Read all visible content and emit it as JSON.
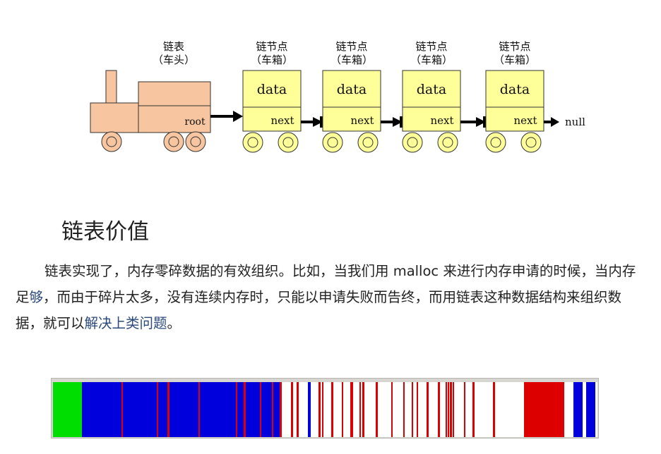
{
  "diagram": {
    "head_label": "链表",
    "head_sublabel": "（车头）",
    "head_field": "root",
    "node_label": "链节点",
    "node_sublabel": "（车箱）",
    "node_data": "data",
    "node_next": "next",
    "terminal": "null",
    "node_count": 4
  },
  "section": {
    "title": "链表价值",
    "para_part1": "链表实现了，内存零碎数据的有效组织。比如，当我们用 malloc 来进行内存申请的时候，当内存足",
    "para_hl1": "够",
    "para_part2": "，而由于碎片太多，没有连续内存时，只能以申请失败而告终，而用链表这种数据结构来组织数据，就可以",
    "para_hl2": "解决上类问题",
    "para_part3": "。"
  },
  "memory_bar": {
    "colors": {
      "green": "#00dd00",
      "blue": "#0000dd",
      "red": "#dd0000",
      "white": "#ffffff"
    }
  }
}
